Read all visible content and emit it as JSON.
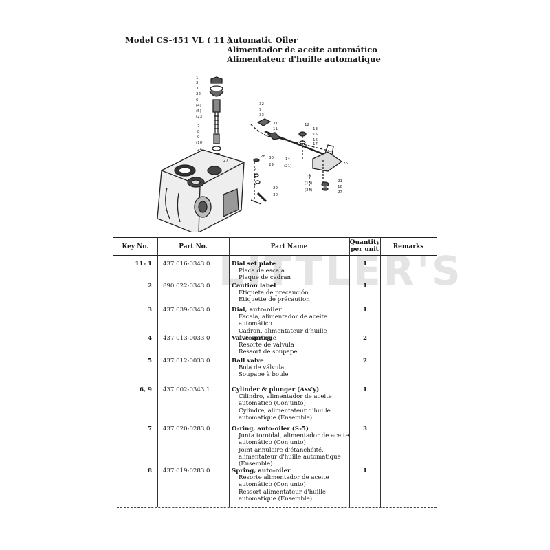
{
  "header": {
    "model": "Model CS-451 VL ( 11 )",
    "title_en": "Automatic Oiler",
    "title_es": "Alimentador de aceite automático",
    "title_fr": "Alimentateur d'huille automatique"
  },
  "watermark": "LITTLER'S",
  "diagram": {
    "callouts": [
      "1",
      "2",
      "3",
      "22",
      "6",
      "(4)",
      "(5)",
      "(23)",
      "7",
      "8",
      "9",
      "(10)",
      "24",
      "27",
      "32",
      "31",
      "11",
      "13",
      "15",
      "16",
      "17",
      "12",
      "30",
      "29",
      "28",
      "4",
      "5",
      "14",
      "(21)",
      "26",
      "19",
      "(18)",
      "(20)",
      "21",
      "16",
      "27"
    ]
  },
  "table": {
    "headers": {
      "key": "Key No.",
      "part": "Part No.",
      "name": "Part Name",
      "qty": "Quantity per unit",
      "remarks": "Remarks"
    },
    "rows": [
      {
        "key": "11- 1",
        "part": "437 016-0343 0",
        "name": "Dial set plate",
        "trans": [
          "Placa de escala",
          "Plaque de cadran"
        ],
        "qty": "1"
      },
      {
        "key": "2",
        "part": "890 022-0343 0",
        "name": "Caution label",
        "trans": [
          "Etiqueta de precaución",
          "Etiquette de précaution"
        ],
        "qty": "1"
      },
      {
        "key": "3",
        "part": "437 039-0343 0",
        "name": "Dial, auto-oiler",
        "trans": [
          "Escala, alimentador de aceite automático",
          "Cadran, alimentateur d'huille automatique"
        ],
        "qty": "1"
      },
      {
        "key": "4",
        "part": "437 013-0033 0",
        "name": "Valve spring",
        "trans": [
          "Resorte de válvula",
          "Ressort de soupape"
        ],
        "qty": "2"
      },
      {
        "key": "5",
        "part": "437 012-0033 0",
        "name": "Ball valve",
        "trans": [
          "Bola de válvula",
          "Soupape à boule"
        ],
        "qty": "2"
      },
      {
        "key": "6, 9",
        "part": "437 002-0343 1",
        "name": "Cylinder & plunger (Ass'y)",
        "trans": [
          "Cilindro, alimentador de aceite",
          "automatico (Conjunto)",
          "Cylindre, alimentateur d'huille",
          "automatique (Ensemble)"
        ],
        "qty": "1"
      },
      {
        "key": "7",
        "part": "437 020-0283 0",
        "name": "O-ring, auto-oiler (S-5)",
        "trans": [
          "Junta toroidal, alimentador de aceite",
          "automático (Conjunto)",
          "Joint annulaire d'étanchéité,",
          "alimentateur d'huille automatique",
          "(Ensemble)"
        ],
        "qty": "3"
      },
      {
        "key": "8",
        "part": "437 019-0283 0",
        "name": "Spring, auto-oiler",
        "trans": [
          "Resorte alimentador de aceite",
          "automático (Conjunto)",
          "Ressort alimentateur d'huille",
          "automatique (Ensemble)"
        ],
        "qty": "1"
      }
    ]
  }
}
